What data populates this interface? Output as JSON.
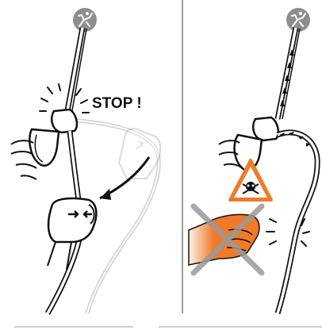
{
  "panels": [
    {
      "id": "left",
      "caption": "STOP !",
      "state": "correct"
    },
    {
      "id": "right",
      "state": "incorrect"
    }
  ],
  "colors": {
    "glove_orange": "#f07a2a",
    "cross_gray": "#9a9a9a",
    "warning_orange": "#f07a2a",
    "divider": "#9a9a9a",
    "line_dark": "#111111"
  },
  "icons": [
    "climber-icon",
    "warning-skull-icon",
    "hand-icon",
    "glove-icon",
    "cross-icon",
    "belay-device-icon"
  ]
}
